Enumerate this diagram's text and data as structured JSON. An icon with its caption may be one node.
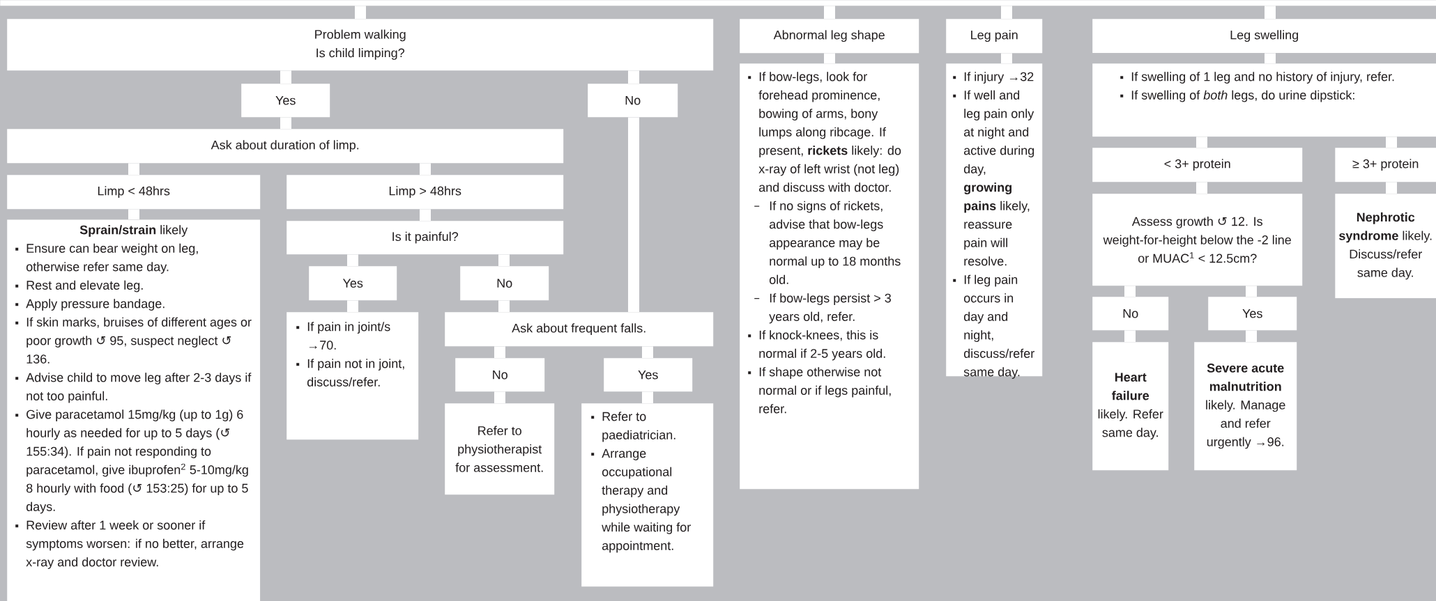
{
  "diagram": {
    "nodes": [
      {
        "text": [],
        "shape": "bar"
      },
      {
        "text": [
          "Problem walking",
          "Is child limping?"
        ]
      },
      {
        "text": [
          "Yes"
        ]
      },
      {
        "text": [
          "No"
        ]
      },
      {
        "text": [
          "Ask about duration of limp."
        ]
      },
      {
        "text": [
          "Limp < 48hrs"
        ]
      },
      {
        "text": [
          "Limp > 48hrs"
        ]
      },
      {
        "text": [
          "**Sprain/strain** likely",
          "Ensure can bear weight on leg, otherwise refer same day.",
          "Rest and elevate leg.",
          "Apply pressure bandage.",
          "If skin marks, bruises of different ages or poor growth ↺ 95, suspect neglect ↺ 136.",
          "Advise child to move leg after 2-3 days if not too painful.",
          "Give paracetamol 15mg/kg (up to 1g) 6 hourly as needed for up to 5 days (↺ 155:34). If pain not responding to paracetamol, give ibuprofen$^{2}$ 5-10mg/kg 8 hourly with food (↺ 153:25) for up to 5 days.",
          "Review after 1 week or sooner if symptoms worsen: if no better, arrange x-ray and doctor review."
        ]
      },
      {
        "text": [
          "Is it painful?"
        ]
      },
      {
        "text": [
          "Yes"
        ]
      },
      {
        "text": [
          "No"
        ]
      },
      {
        "text": [
          "If pain in joint/s →70.",
          "If pain not in joint, discuss/refer."
        ]
      },
      {
        "text": [
          "Ask about frequent falls."
        ]
      },
      {
        "text": [
          "No"
        ]
      },
      {
        "text": [
          "Yes"
        ]
      },
      {
        "text": [
          "Refer to physiotherapist for assessment."
        ]
      },
      {
        "text": [
          "Refer to paediatrician.",
          "Arrange occupational therapy and physiotherapy while waiting for appointment."
        ]
      },
      {
        "text": [
          "Abnormal leg shape"
        ]
      },
      {
        "text": [
          "If bow-legs, look for forehead prominence, bowing of arms, bony lumps along ribcage. If present, **rickets** likely: do x-ray of left wrist (not leg) and discuss with doctor.",
          "If no signs of rickets, advise that bow-legs appearance may be normal up to 18 months old.",
          "If bow-legs persist > 3 years old, refer.",
          "If knock-knees, this is normal if 2-5 years old.",
          "If shape otherwise not normal or if legs painful, refer."
        ]
      },
      {
        "text": [
          "Leg pain"
        ]
      },
      {
        "text": [
          "If injury →32",
          "If well and leg pain only at night and active during day, **growing pains** likely, reassure pain will resolve.",
          "If leg pain occurs in day and night, discuss/refer same day."
        ]
      },
      {
        "text": [
          "Leg swelling"
        ]
      },
      {
        "text": [
          "If swelling of 1 leg and no history of injury, refer.",
          "If swelling of *both* legs, do urine dipstick:"
        ]
      },
      {
        "text": [
          "< 3+ protein"
        ]
      },
      {
        "text": [
          "≥ 3+ protein"
        ]
      },
      {
        "text": [
          "Assess growth ↺ 12. Is weight-for-height below the -2 line or MUAC$^{1}$ < 12.5cm?"
        ]
      },
      {
        "text": [
          "**Nephrotic syndrome** likely. Discuss/refer same day."
        ]
      },
      {
        "text": [
          "No"
        ]
      },
      {
        "text": [
          "Yes"
        ]
      },
      {
        "text": [
          "**Heart failure** likely. Refer same day."
        ]
      },
      {
        "text": [
          "**Severe acute malnutrition** likely. Manage and refer urgently →96."
        ]
      }
    ],
    "edges": [
      {
        "from": 0,
        "to": 1,
        "arrow": "none"
      },
      {
        "from": 0,
        "to": 17,
        "arrow": "none"
      },
      {
        "from": 0,
        "to": 19,
        "arrow": "none"
      },
      {
        "from": 0,
        "to": 21,
        "arrow": "none"
      },
      {
        "from": 1,
        "to": 2,
        "arrow": "none"
      },
      {
        "from": 1,
        "to": 3,
        "arrow": "none"
      },
      {
        "from": 2,
        "to": 4,
        "arrow": "none"
      },
      {
        "from": 4,
        "to": 5,
        "arrow": "none"
      },
      {
        "from": 4,
        "to": 6,
        "arrow": "none"
      },
      {
        "from": 5,
        "to": 7,
        "arrow": "none"
      },
      {
        "from": 6,
        "to": 8,
        "arrow": "none"
      },
      {
        "from": 8,
        "to": 9,
        "arrow": "none"
      },
      {
        "from": 8,
        "to": 10,
        "arrow": "none"
      },
      {
        "from": 9,
        "to": 11,
        "arrow": "none"
      },
      {
        "from": 10,
        "to": 12,
        "arrow": "none"
      },
      {
        "from": 3,
        "to": 12,
        "arrow": "none"
      },
      {
        "from": 12,
        "to": 13,
        "arrow": "none"
      },
      {
        "from": 12,
        "to": 14,
        "arrow": "none"
      },
      {
        "from": 13,
        "to": 15,
        "arrow": "none"
      },
      {
        "from": 14,
        "to": 16,
        "arrow": "none"
      },
      {
        "from": 17,
        "to": 18,
        "arrow": "none"
      },
      {
        "from": 19,
        "to": 20,
        "arrow": "none"
      },
      {
        "from": 21,
        "to": 22,
        "arrow": "none"
      },
      {
        "from": 22,
        "to": 23,
        "arrow": "none"
      },
      {
        "from": 22,
        "to": 24,
        "arrow": "none"
      },
      {
        "from": 23,
        "to": 25,
        "arrow": "none"
      },
      {
        "from": 24,
        "to": 26,
        "arrow": "none"
      },
      {
        "from": 25,
        "to": 27,
        "arrow": "none"
      },
      {
        "from": 25,
        "to": 28,
        "arrow": "none"
      },
      {
        "from": 27,
        "to": 29,
        "arrow": "none"
      },
      {
        "from": 28,
        "to": 30,
        "arrow": "none"
      }
    ]
  }
}
